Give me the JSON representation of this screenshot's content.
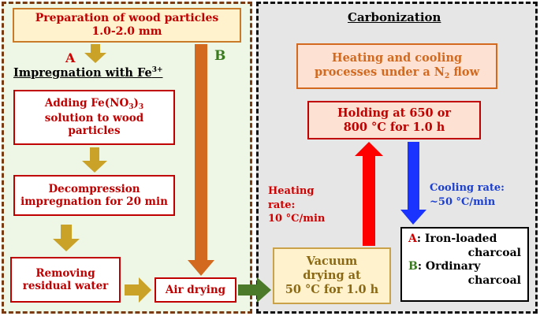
{
  "left": {
    "wood_line1": "Preparation of wood particles",
    "wood_line2": "1.0-2.0 mm",
    "label_a": "A",
    "label_b": "B",
    "impregnation_heading": "Impregnation with Fe",
    "impregnation_sup": "3+",
    "adding_line1": "Adding Fe(NO",
    "adding_sub": "3",
    "adding_close": ")",
    "adding_close_sub": "3",
    "adding_line2": "solution to wood",
    "adding_line3": "particles",
    "decompression_line1": "Decompression",
    "decompression_line2": "impregnation for 20 min",
    "removing_line1": "Removing",
    "removing_line2": "residual water",
    "air_drying": "Air drying"
  },
  "right": {
    "heading": "Carbonization",
    "heating_process_line1": "Heating and cooling",
    "heating_process_line2": "processes under a N",
    "heating_process_sub": "2",
    "heating_process_line2_end": " flow",
    "holding_line1": "Holding at 650 or",
    "holding_line2": "800 °C for 1.0 h",
    "heating_rate_line1": "Heating",
    "heating_rate_line2": "rate:",
    "heating_rate_line3": "10 °C/min",
    "cooling_rate_line1": "Cooling rate:",
    "cooling_rate_line2": "~50 °C/min",
    "vacuum_line1": "Vacuum",
    "vacuum_line2": "drying at",
    "vacuum_line3": "50 °C for 1.0 h",
    "legend_a_key": "A",
    "legend_a_text": ": Iron-loaded",
    "legend_a_text2": "charcoal",
    "legend_b_key": "B",
    "legend_b_text": ": Ordinary",
    "legend_b_text2": "charcoal"
  },
  "colors": {
    "left_bg": "#eef7e6",
    "right_bg": "#e6e6e6",
    "gold_arrow": "#c9a227",
    "orange_arrow": "#d2691e",
    "green_arrow": "#4a7a2a",
    "red_arrow": "#ff0000",
    "blue_arrow": "#1a33ff"
  }
}
